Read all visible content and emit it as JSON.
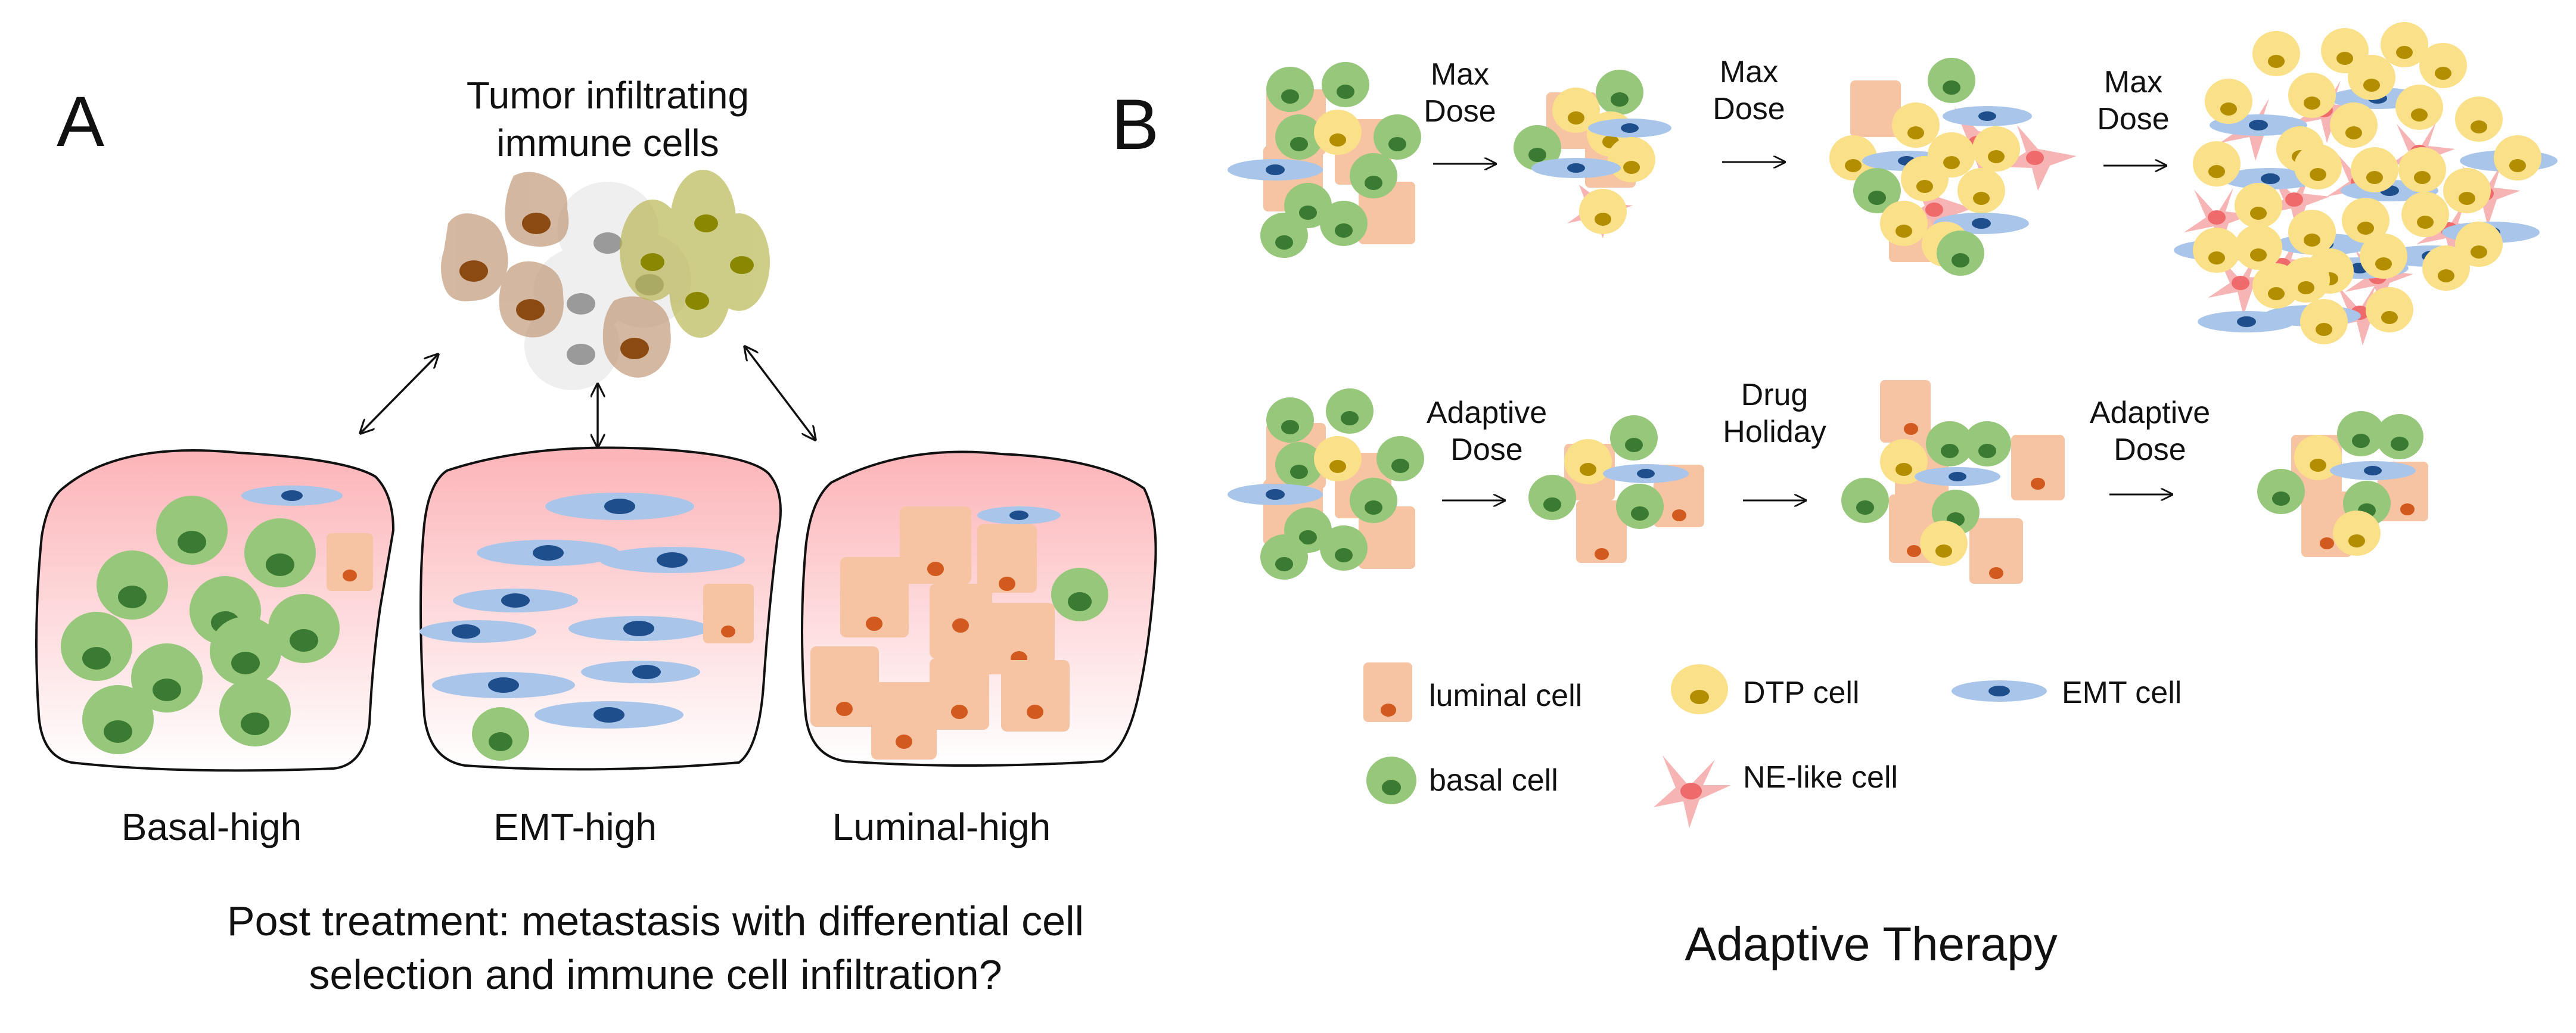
{
  "panel_a": {
    "letter": "A",
    "immune_title_line1": "Tumor infiltrating",
    "immune_title_line2": "immune cells",
    "tumor_labels": [
      "Basal-high",
      "EMT-high",
      "Luminal-high"
    ],
    "caption_line1": "Post treatment: metastasis with differential cell",
    "caption_line2": "selection and immune cell infiltration?"
  },
  "panel_b": {
    "letter": "B",
    "top_row_steps": [
      {
        "line1": "Max",
        "line2": "Dose"
      },
      {
        "line1": "Max",
        "line2": "Dose"
      },
      {
        "line1": "Max",
        "line2": "Dose"
      }
    ],
    "bottom_row_steps": [
      {
        "line1": "Adaptive",
        "line2": "Dose"
      },
      {
        "line1": "Drug",
        "line2": "Holiday"
      },
      {
        "line1": "Adaptive",
        "line2": "Dose"
      }
    ],
    "legend": {
      "luminal": "luminal cell",
      "dtp": "DTP cell",
      "emt": "EMT cell",
      "basal": "basal cell",
      "ne_like": "NE-like cell"
    },
    "title": "Adaptive Therapy"
  },
  "colors": {
    "luminal": "#f6c3a3",
    "luminal_nucleus": "#d25a1e",
    "basal": "#97c77a",
    "basal_nucleus": "#3a7a32",
    "dtp": "#fbe08a",
    "dtp_nucleus": "#b38e00",
    "emt": "#a9c6ea",
    "emt_nucleus": "#1f4e8c",
    "ne": "#f7b4b4",
    "ne_nucleus": "#ef6a6a",
    "tumor_top": "#fcb8bc"
  }
}
